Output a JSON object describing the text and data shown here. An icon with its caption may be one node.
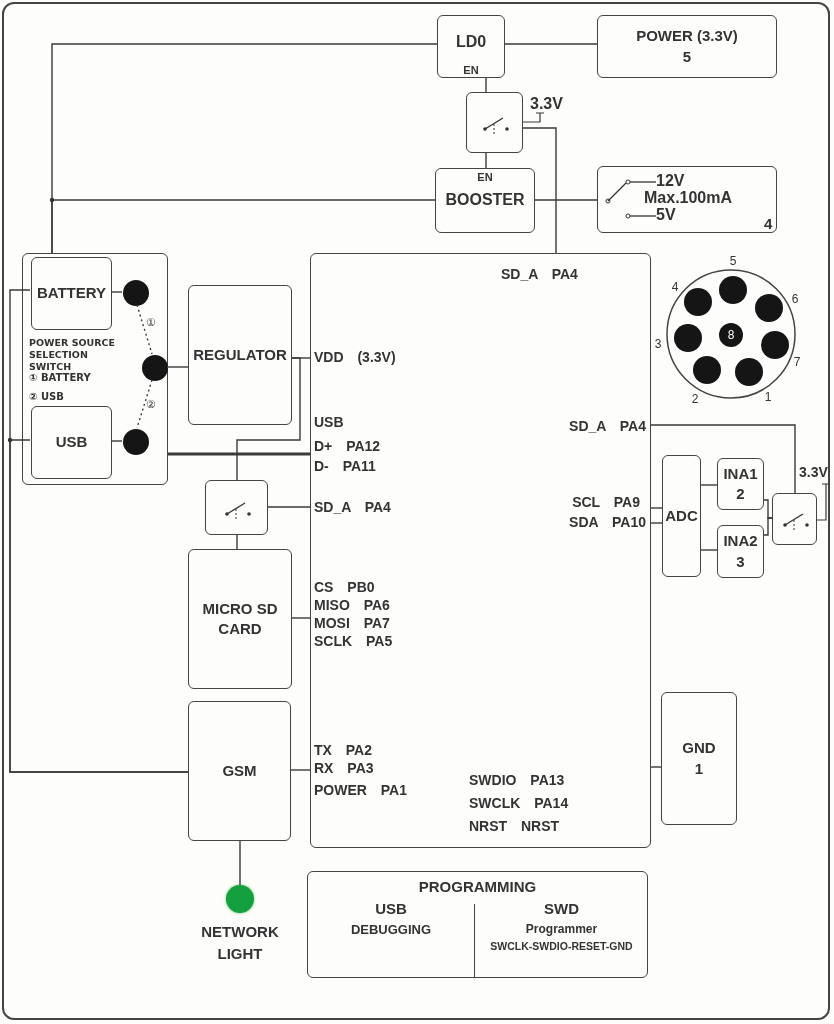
{
  "diagram": {
    "nodes": [
      {
        "text": [
          "LD0",
          "EN"
        ]
      },
      {
        "text": [
          "POWER (3.3V)",
          "5"
        ]
      },
      {
        "text": [],
        "shape": "box"
      },
      {
        "text": [
          "EN",
          "BOOSTER"
        ]
      },
      {
        "text": [
          "12V",
          "Max.100mA",
          "5V",
          "4"
        ]
      },
      {
        "text": [
          "POWER SOURCE SELECTION SWITCH",
          "① BATTERY",
          "② USB"
        ]
      },
      {
        "text": [
          "BATTERY"
        ],
        "in": 5
      },
      {
        "text": [
          "USB"
        ],
        "in": 5
      },
      {
        "text": [],
        "shape": "circle",
        "in": 5
      },
      {
        "text": [],
        "shape": "circle",
        "in": 5
      },
      {
        "text": [],
        "shape": "circle",
        "in": 5
      },
      {
        "text": [
          "REGULATOR"
        ]
      },
      {
        "text": [
          "SD_A PA4",
          "VDD (3.3V)",
          "USB",
          "D+ PA12",
          "D- PA11",
          "SD_A PA4",
          "SD_A PA4",
          "SCL PA9",
          "SDA PA10",
          "CS PB0",
          "MISO PA6",
          "MOSI PA7",
          "SCLK PA5",
          "TX PA2",
          "RX PA3",
          "POWER PA1",
          "SWDIO PA13",
          "SWCLK PA14",
          "NRST NRST"
        ]
      },
      {
        "text": [],
        "shape": "box"
      },
      {
        "text": [
          "MICRO SD CARD"
        ]
      },
      {
        "text": [
          "GSM"
        ]
      },
      {
        "text": [],
        "shape": "circle",
        "beside": [
          "NETWORK LIGHT"
        ]
      },
      {
        "text": [
          "PROGRAMMING",
          "USB",
          "DEBUGGING",
          "SWD",
          "Programmer",
          "SWCLK-SWDIO-RESET-GND"
        ]
      },
      {
        "text": [
          "5",
          "4",
          "6",
          "3",
          "8",
          "7",
          "2",
          "1"
        ]
      },
      {
        "text": [
          "ADC"
        ]
      },
      {
        "text": [
          "INA1",
          "2"
        ]
      },
      {
        "text": [
          "INA2",
          "3"
        ]
      },
      {
        "text": [],
        "shape": "box"
      },
      {
        "text": [
          "GND",
          "1"
        ]
      }
    ],
    "edges": [
      {
        "from": 0,
        "to": 5,
        "arrow": "none"
      },
      {
        "from": 0,
        "to": 1,
        "arrow": "none"
      },
      {
        "from": 0,
        "to": 2,
        "arrow": "none"
      },
      {
        "from": 2,
        "to": 3,
        "arrow": "none"
      },
      {
        "from": 2,
        "to": 12,
        "arrow": "none"
      },
      {
        "from": 3,
        "to": 5,
        "arrow": "none"
      },
      {
        "from": 3,
        "to": 4,
        "arrow": "none"
      },
      {
        "from": 6,
        "to": 8,
        "arrow": "none"
      },
      {
        "from": 8,
        "to": 9,
        "arrow": "none",
        "style": "dashed"
      },
      {
        "from": 9,
        "to": 10,
        "arrow": "none",
        "style": "dashed"
      },
      {
        "from": 7,
        "to": 10,
        "arrow": "none"
      },
      {
        "from": 9,
        "to": 11,
        "arrow": "none"
      },
      {
        "from": 6,
        "to": 15,
        "arrow": "none"
      },
      {
        "from": 7,
        "to": 15,
        "arrow": "none"
      },
      {
        "from": 11,
        "to": 12,
        "arrow": "none"
      },
      {
        "from": 11,
        "to": 13,
        "arrow": "none"
      },
      {
        "from": 5,
        "to": 12,
        "arrow": "none",
        "style": "thick"
      },
      {
        "from": 12,
        "to": 13,
        "arrow": "none"
      },
      {
        "from": 13,
        "to": 14,
        "arrow": "none"
      },
      {
        "from": 14,
        "to": 12,
        "arrow": "none"
      },
      {
        "from": 15,
        "to": 12,
        "arrow": "none"
      },
      {
        "from": 15,
        "to": 16,
        "arrow": "none"
      },
      {
        "from": 12,
        "to": 23,
        "arrow": "none"
      },
      {
        "from": 12,
        "to": 22,
        "arrow": "none"
      },
      {
        "from": 12,
        "to": 19,
        "arrow": "none"
      },
      {
        "from": 12,
        "to": 19,
        "arrow": "none"
      },
      {
        "from": 19,
        "to": 20,
        "arrow": "none"
      },
      {
        "from": 19,
        "to": 21,
        "arrow": "none"
      },
      {
        "from": 20,
        "to": 22,
        "arrow": "none"
      },
      {
        "from": 21,
        "to": 22,
        "arrow": "none"
      }
    ],
    "labels": [
      "3.3V",
      "①",
      "②",
      "3.3V"
    ]
  }
}
